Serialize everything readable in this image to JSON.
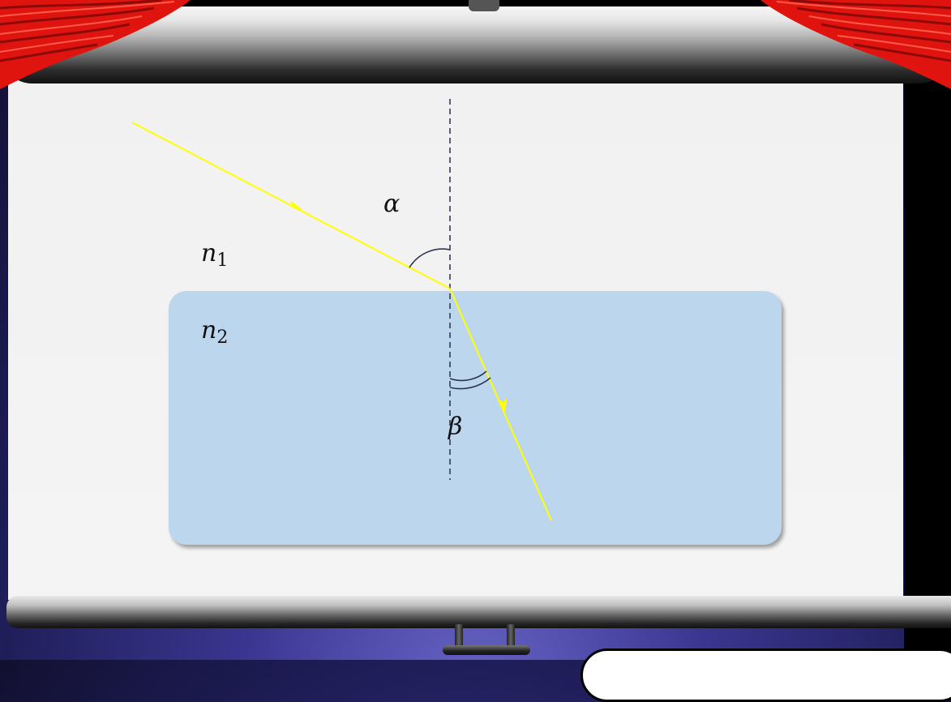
{
  "diagram": {
    "labels": {
      "alpha": "α",
      "beta": "β",
      "n1_base": "n",
      "n1_sub": "1",
      "n2_base": "n",
      "n2_sub": "2"
    },
    "colors": {
      "ray": "#ffff00",
      "glass_fill": "#bcd6ee",
      "normal_line": "#333a55",
      "arc": "#2b3550",
      "screen": "#f2f2f2",
      "curtain": "#e0140f"
    }
  }
}
